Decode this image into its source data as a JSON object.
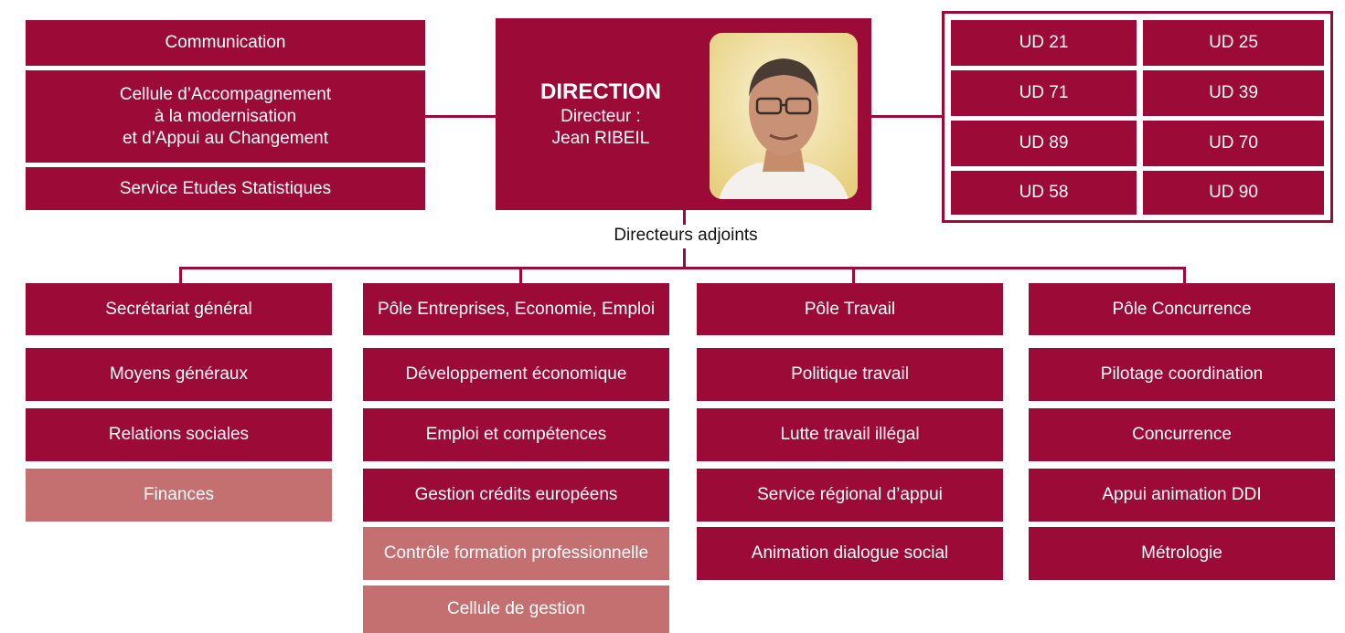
{
  "left_services": {
    "communication": "Communication",
    "cellule_line1": "Cellule d’Accompagnement",
    "cellule_line2": "à la modernisation",
    "cellule_line3": "et d’Appui au Changement",
    "etudes": "Service Etudes Statistiques"
  },
  "direction": {
    "title": "DIRECTION",
    "role": "Directeur :",
    "name": "Jean RIBEIL",
    "photo_icon": "director-portrait"
  },
  "ud_units": [
    "UD 21",
    "UD 25",
    "UD 71",
    "UD 39",
    "UD 89",
    "UD 70",
    "UD 58",
    "UD 90"
  ],
  "adjoints_label": "Directeurs adjoints",
  "columns": [
    {
      "head": "Secrétariat général",
      "items": [
        "Moyens généraux",
        "Relations sociales",
        "Finances"
      ]
    },
    {
      "head": "Pôle Entreprises, Economie, Emploi",
      "items": [
        "Développement économique",
        "Emploi et compétences",
        "Gestion crédits européens",
        "Contrôle formation professionnelle",
        "Cellule de gestion"
      ]
    },
    {
      "head": "Pôle Travail",
      "items": [
        "Politique travail",
        "Lutte travail illégal",
        "Service régional d’appui",
        "Animation dialogue social"
      ]
    },
    {
      "head": "Pôle Concurrence",
      "items": [
        "Pilotage coordination",
        "Concurrence",
        "Appui animation DDI",
        "Métrologie"
      ]
    }
  ],
  "colors": {
    "primary": "#9c0a37",
    "light": "#c47070",
    "text_on_primary": "#ffffff"
  }
}
